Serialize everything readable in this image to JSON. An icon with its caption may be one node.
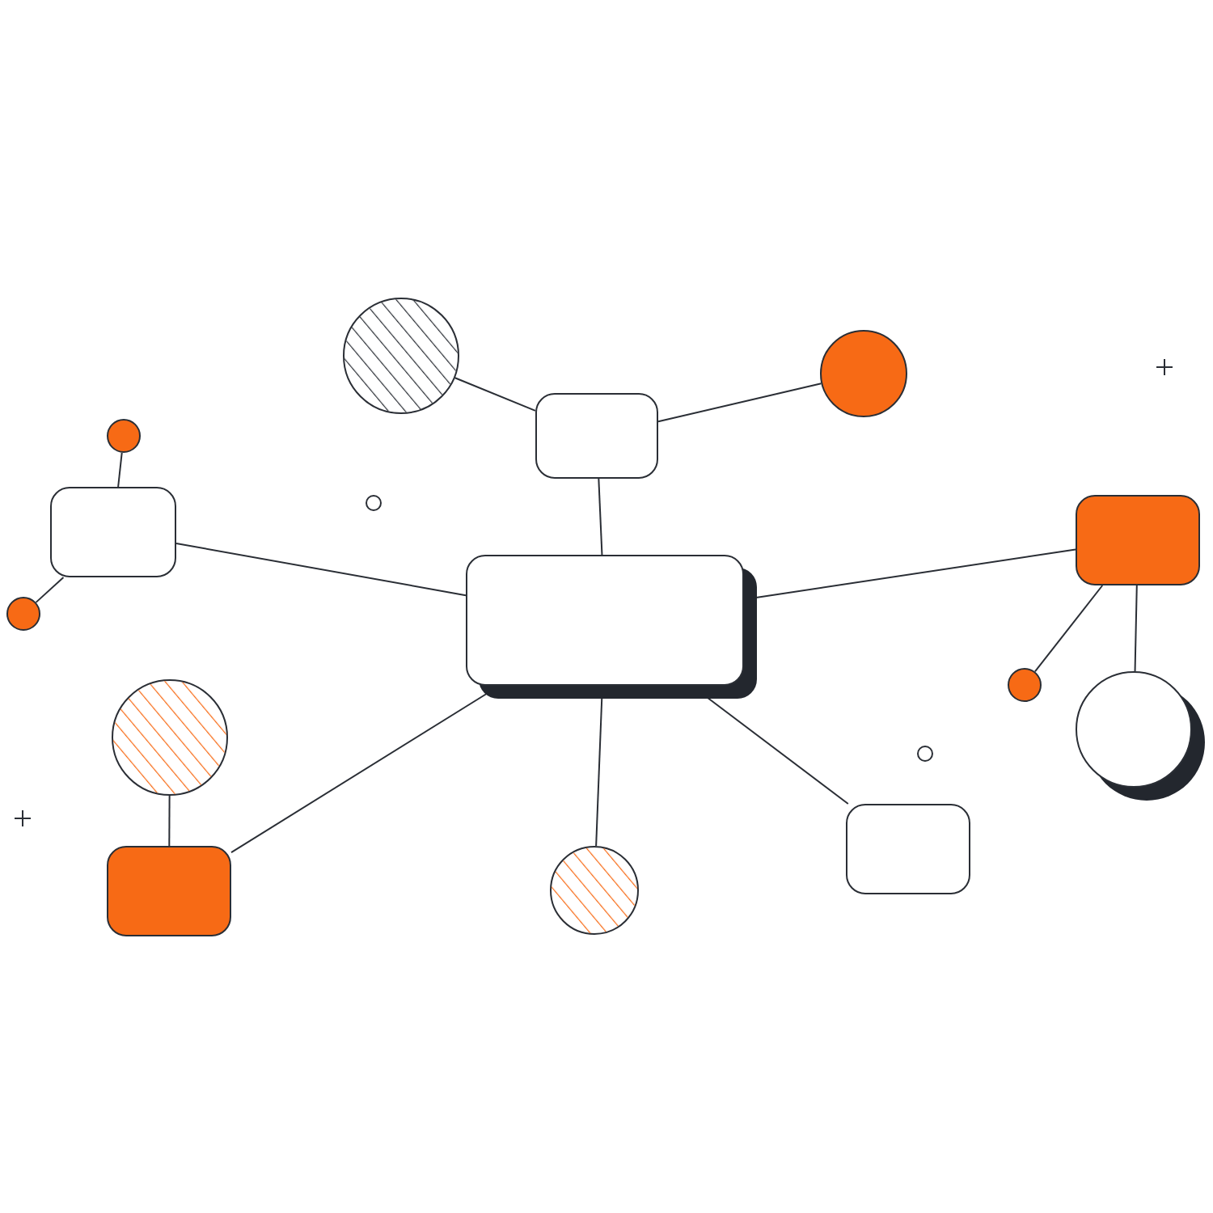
{
  "diagram": {
    "nodes": [
      {
        "text": [],
        "shape": "circle"
      },
      {
        "text": [],
        "shape": "box"
      },
      {
        "text": [],
        "shape": "circle"
      },
      {
        "text": [],
        "shape": "circle"
      },
      {
        "text": [],
        "shape": "box"
      },
      {
        "text": [],
        "shape": "circle"
      },
      {
        "text": [],
        "shape": "box"
      },
      {
        "text": [],
        "shape": "box"
      },
      {
        "text": [],
        "shape": "circle"
      },
      {
        "text": [],
        "shape": "circle"
      },
      {
        "text": [],
        "shape": "circle"
      },
      {
        "text": [],
        "shape": "box"
      },
      {
        "text": [],
        "shape": "circle"
      },
      {
        "text": [],
        "shape": "box"
      }
    ],
    "edges": [
      {
        "from": 0,
        "to": 1,
        "arrow": "none"
      },
      {
        "from": 1,
        "to": 2,
        "arrow": "none"
      },
      {
        "from": 1,
        "to": 6,
        "arrow": "none"
      },
      {
        "from": 3,
        "to": 4,
        "arrow": "none"
      },
      {
        "from": 4,
        "to": 5,
        "arrow": "none"
      },
      {
        "from": 4,
        "to": 6,
        "arrow": "none"
      },
      {
        "from": 6,
        "to": 7,
        "arrow": "none"
      },
      {
        "from": 7,
        "to": 8,
        "arrow": "none"
      },
      {
        "from": 7,
        "to": 9,
        "arrow": "none"
      },
      {
        "from": 10,
        "to": 11,
        "arrow": "none"
      },
      {
        "from": 6,
        "to": 11,
        "arrow": "none"
      },
      {
        "from": 6,
        "to": 12,
        "arrow": "none"
      },
      {
        "from": 6,
        "to": 13,
        "arrow": "none"
      }
    ]
  }
}
